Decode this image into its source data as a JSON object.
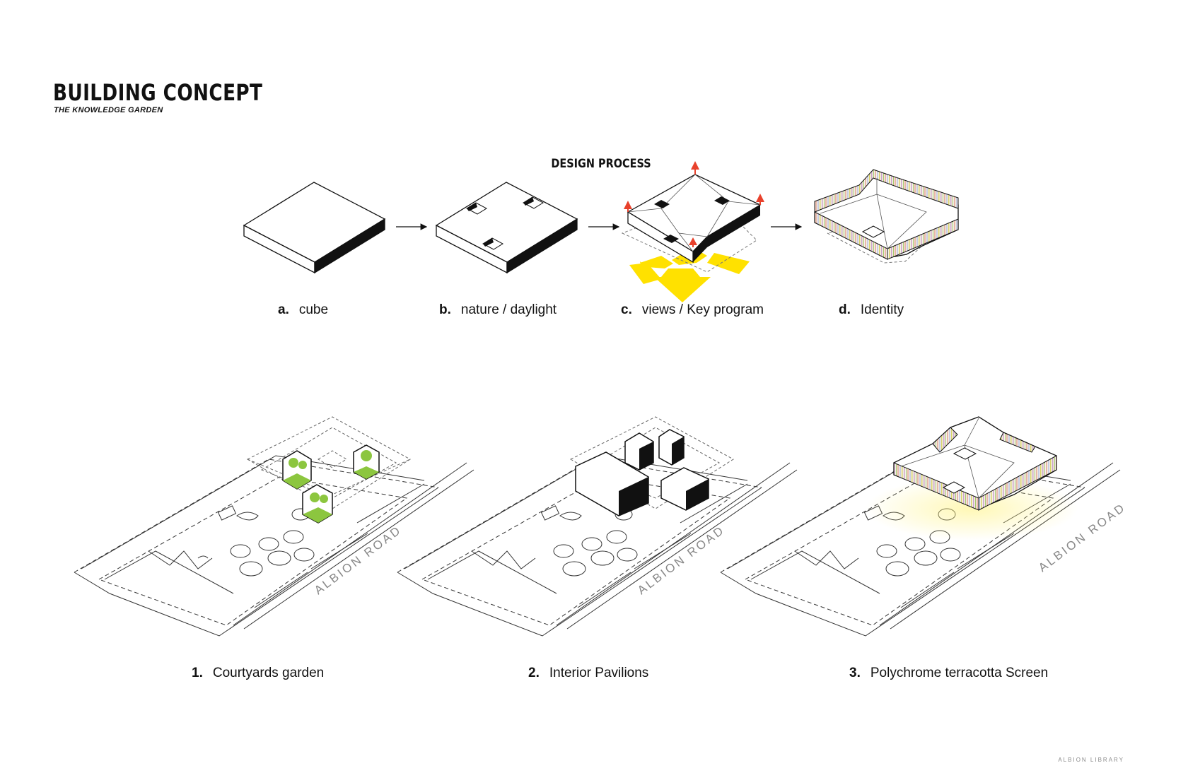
{
  "header": {
    "title": "BUILDING CONCEPT",
    "subtitle": "THE KNOWLEDGE GARDEN"
  },
  "design_process": {
    "heading": "DESIGN PROCESS",
    "steps": [
      {
        "letter": "a.",
        "label": "cube"
      },
      {
        "letter": "b.",
        "label": "nature / daylight"
      },
      {
        "letter": "c.",
        "label": "views / Key program"
      },
      {
        "letter": "d.",
        "label": "Identity"
      }
    ]
  },
  "site_plans": {
    "road_label": "ALBION ROAD",
    "steps": [
      {
        "number": "1.",
        "label": "Courtyards garden"
      },
      {
        "number": "2.",
        "label": "Interior Pavilions"
      },
      {
        "number": "3.",
        "label": "Polychrome terracotta Screen"
      }
    ]
  },
  "footer": {
    "text": "ALBION LIBRARY"
  },
  "colors": {
    "ink": "#111111",
    "view_arrows": "#ffe100",
    "lift_arrows": "#e8412c",
    "garden_green": "#8cc63f"
  },
  "icons": [
    "arrow-right-icon",
    "lift-arrow-icon",
    "tree-icon"
  ]
}
